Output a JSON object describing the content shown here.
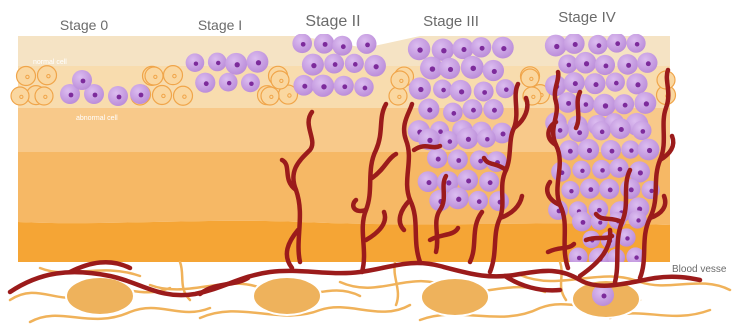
{
  "stages": [
    {
      "label": "Stage 0",
      "level": 0
    },
    {
      "label": "Stage I",
      "level": 1
    },
    {
      "label": "Stage II",
      "level": 2
    },
    {
      "label": "Stage III",
      "level": 3
    },
    {
      "label": "Stage IV",
      "level": 4
    }
  ],
  "labels": {
    "normal_cell": "normal cell",
    "abnormal_cell": "abnormal cell",
    "blood_vessel": "Blood vesse"
  },
  "colors": {
    "epithelium_top": "#f5e3c4",
    "epithelium_mid": "#f7d9a8",
    "stroma_light": "#f7c886",
    "stroma_mid": "#f6b45e",
    "stroma_deep": "#f5a331",
    "normal_cell_fill": "#fad7a0",
    "normal_cell_ring": "#f0a54a",
    "abnormal_cell_fill": "#c9a3e0",
    "abnormal_nucleus": "#7d2b9c",
    "blood_vessel": "#9b1b1b",
    "lymph_node_fill": "#eeb25c",
    "lymph_node_edge": "#ffffff",
    "fiber": "#f0b25a"
  }
}
